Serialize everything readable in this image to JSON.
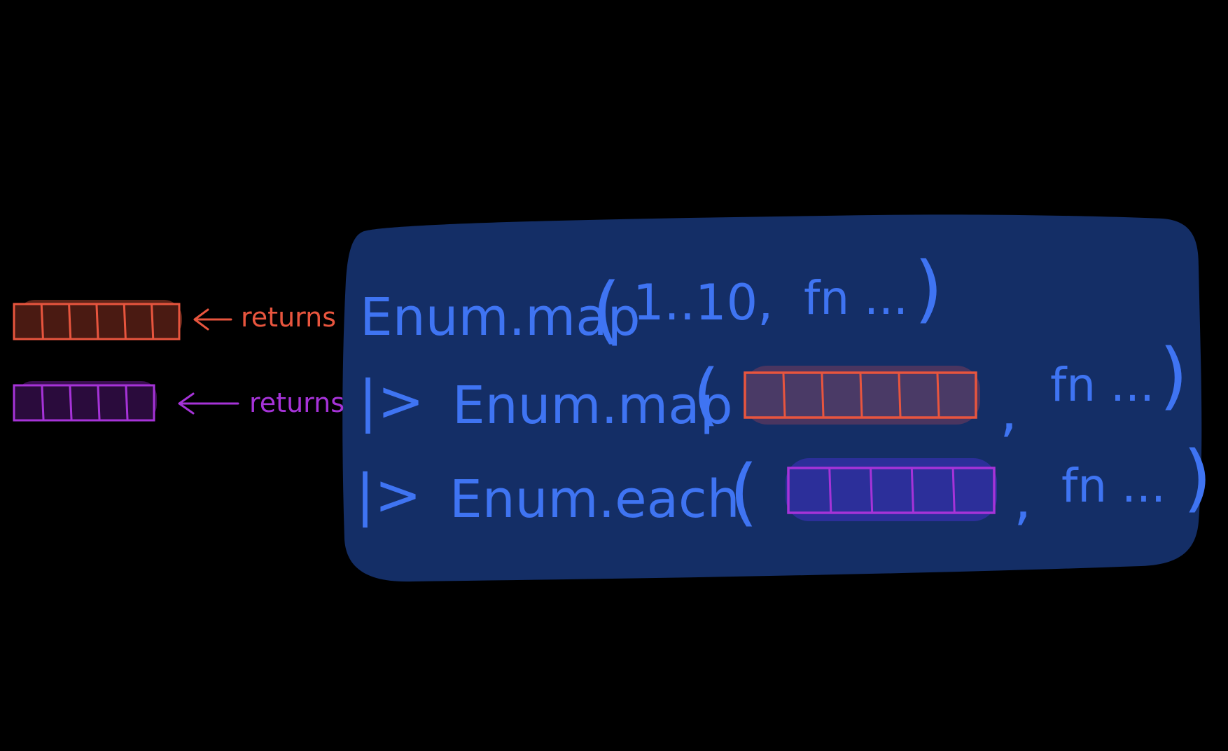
{
  "colors": {
    "background": "#000000",
    "code_block": "#142e66",
    "code_text": "#3f74f2",
    "orange": "#e8553e",
    "orange_fill": "#5e2418",
    "orange_fill_in_block": "#4a3560",
    "purple": "#a633d8",
    "purple_fill": "#3b0f52",
    "purple_fill_in_block": "#2c2f9a"
  },
  "left_labels": {
    "first": "returns",
    "second": "returns"
  },
  "code": {
    "line1": {
      "call": "Enum.map",
      "open": "(",
      "args": "1..10,",
      "fn": "fn ...",
      "close": ")"
    },
    "line2": {
      "pipe": "|>",
      "call": "Enum.map",
      "open": "(",
      "comma": ",",
      "fn": "fn ...",
      "close": ")"
    },
    "line3": {
      "pipe": "|>",
      "call": "Enum.each",
      "open": "(",
      "comma": ",",
      "fn": "fn ...",
      "close": ")"
    }
  },
  "lists": {
    "orange_cells": 6,
    "purple_cells": 5
  }
}
